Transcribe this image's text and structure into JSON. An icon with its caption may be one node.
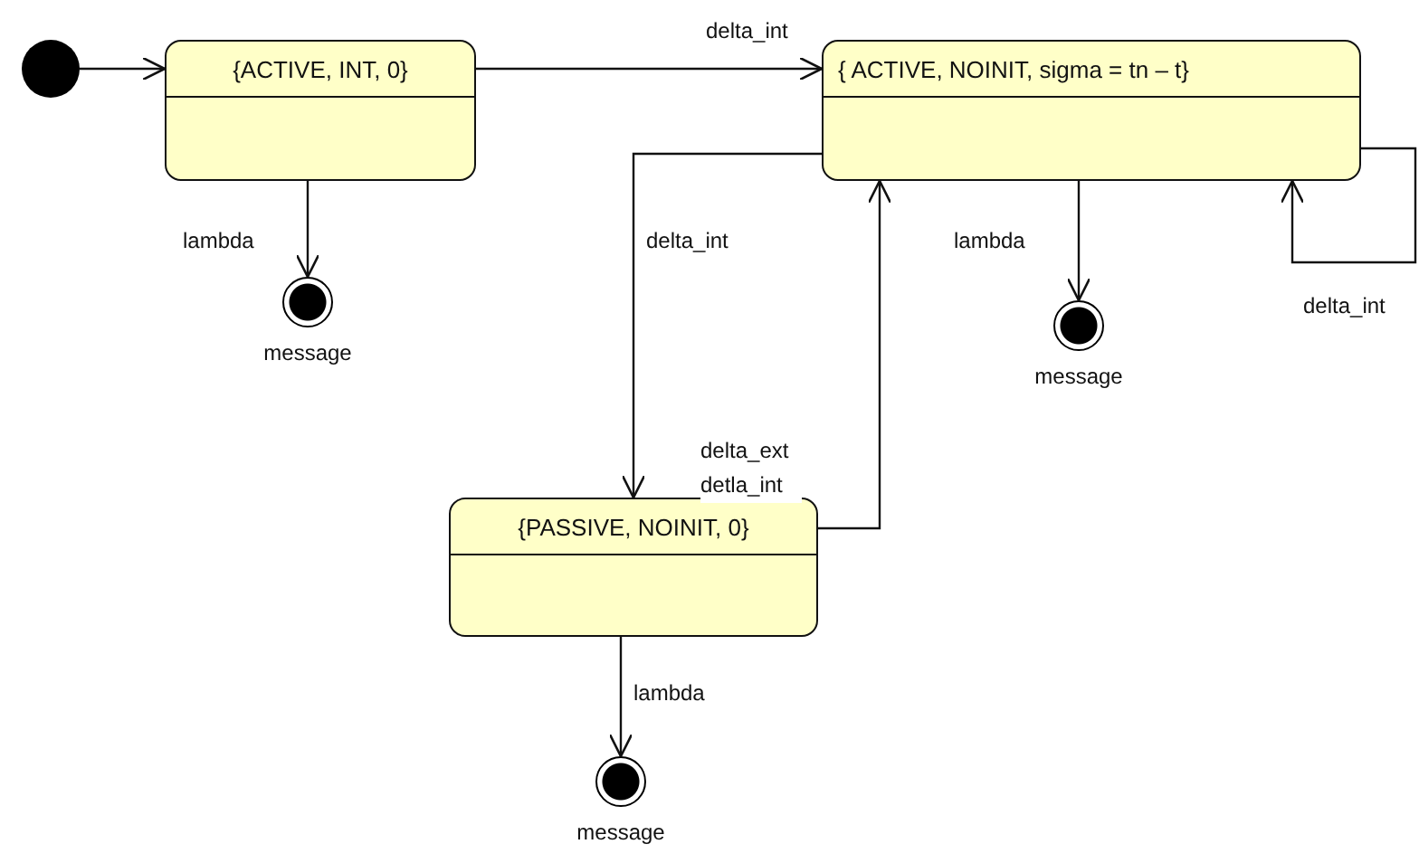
{
  "diagram": {
    "nodes": [
      {
        "text": [],
        "shape": "circle"
      },
      {
        "text": [
          "{ACTIVE, INT, 0}"
        ]
      },
      {
        "text": [
          "{ ACTIVE, NOINIT, sigma = tn – t}"
        ]
      },
      {
        "text": [],
        "shape": "circle",
        "beside": [
          "message"
        ]
      },
      {
        "text": [],
        "shape": "circle",
        "beside": [
          "message"
        ]
      },
      {
        "text": [
          "{PASSIVE, NOINIT, 0}"
        ]
      },
      {
        "text": [],
        "shape": "circle",
        "beside": [
          "message"
        ]
      }
    ],
    "edges": [
      {
        "from": 0,
        "to": 1,
        "arrow": "to"
      },
      {
        "from": 1,
        "to": 2,
        "arrow": "to",
        "label": "delta_int"
      },
      {
        "from": 1,
        "to": 3,
        "arrow": "to",
        "label": "lambda"
      },
      {
        "from": 2,
        "to": 5,
        "arrow": "to",
        "label": "delta_int"
      },
      {
        "from": 5,
        "to": 2,
        "arrow": "to",
        "label": "delta_ext detla_int"
      },
      {
        "from": 2,
        "to": 4,
        "arrow": "to",
        "label": "lambda"
      },
      {
        "from": 2,
        "to": 2,
        "arrow": "to",
        "label": "delta_int"
      },
      {
        "from": 5,
        "to": 6,
        "arrow": "to",
        "label": "lambda"
      }
    ]
  }
}
